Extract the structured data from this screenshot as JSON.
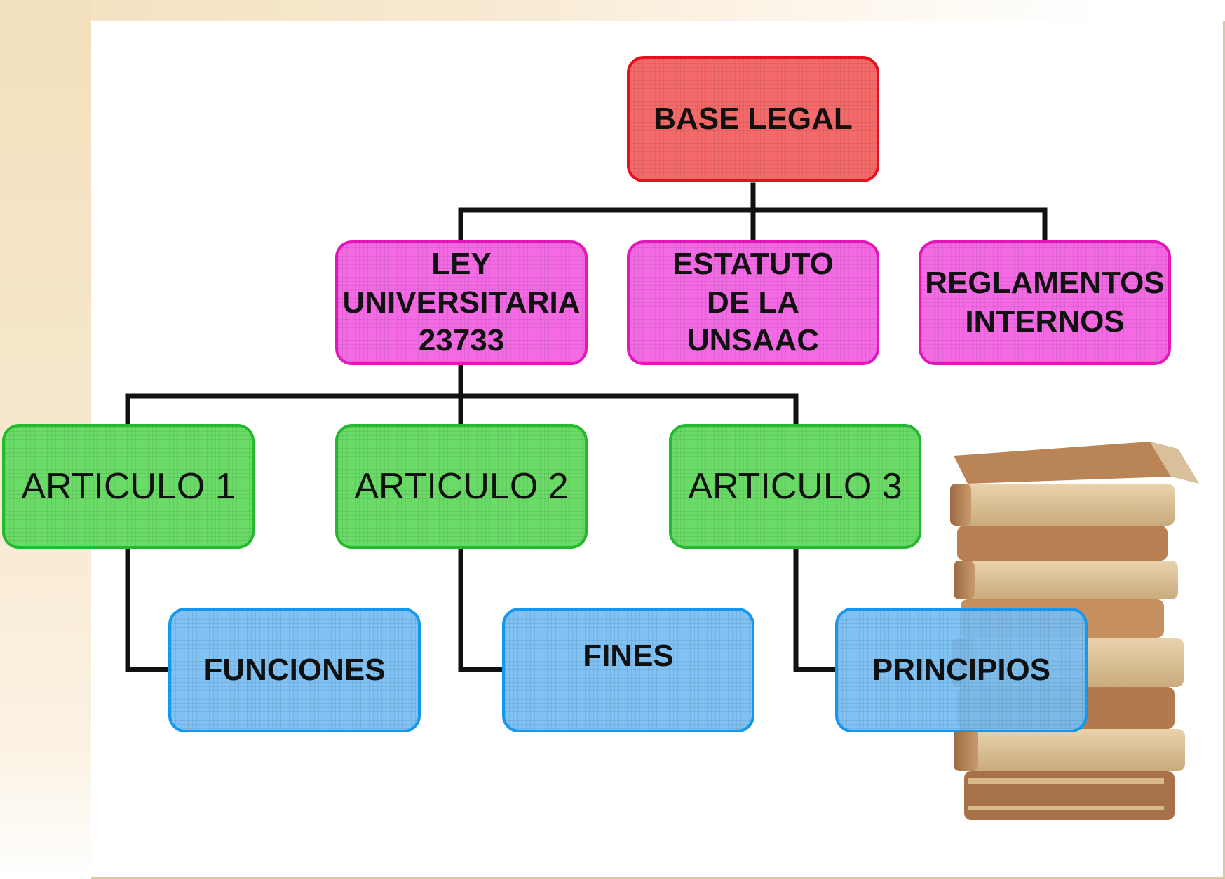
{
  "diagram": {
    "root": {
      "label": "BASE LEGAL",
      "color": "#f46a6a"
    },
    "level1": [
      {
        "label": "LEY\nUNIVERSITARIA\n23733",
        "color": "#f36ae4"
      },
      {
        "label": "ESTATUTO\nDE LA\nUNSAAC",
        "color": "#f36ae4"
      },
      {
        "label": "REGLAMENTOS\nINTERNOS",
        "color": "#f36ae4"
      }
    ],
    "level2": [
      {
        "label": "ARTICULO 1",
        "color": "#6bdb67"
      },
      {
        "label": "ARTICULO 2",
        "color": "#6bdb67"
      },
      {
        "label": "ARTICULO 3",
        "color": "#6bdb67"
      }
    ],
    "level3": [
      {
        "label": "FUNCIONES",
        "color": "#76bdf3"
      },
      {
        "label": "FINES",
        "color": "#76bdf3"
      },
      {
        "label": "PRINCIPIOS",
        "color": "#76bdf3"
      }
    ],
    "connector_color": "#111111"
  }
}
